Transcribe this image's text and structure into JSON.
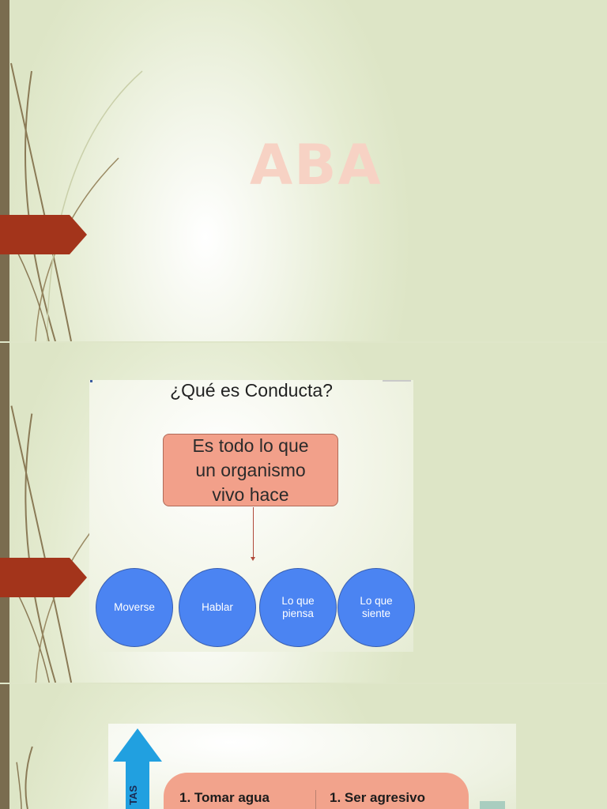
{
  "slides": {
    "title_slide": {
      "title": "ABA"
    },
    "definition_slide": {
      "heading": "¿Qué es Conducta?",
      "definition_lines": [
        "Es todo lo que",
        "un organismo",
        "vivo hace"
      ],
      "behaviors": [
        {
          "label": "Moverse"
        },
        {
          "label": "Hablar"
        },
        {
          "label": "Lo que piensa"
        },
        {
          "label": "Lo que siente"
        }
      ]
    },
    "third_slide": {
      "vertical_label": "TAS",
      "items": [
        "1. Tomar agua",
        "1. Ser agresivo"
      ]
    }
  },
  "colors": {
    "slide_bg": "#dfe6c9",
    "side_bar": "#7a6c4f",
    "tag_accent": "#a3341b",
    "title_color": "#f7d2c4",
    "box_fill": "#f2a08a",
    "circle_fill": "#4b84f2",
    "arrow_blue": "#21a0e0"
  },
  "icons": [
    "tag-arrow-icon",
    "grass-decoration-icon",
    "down-arrow-icon",
    "up-arrow-icon"
  ]
}
